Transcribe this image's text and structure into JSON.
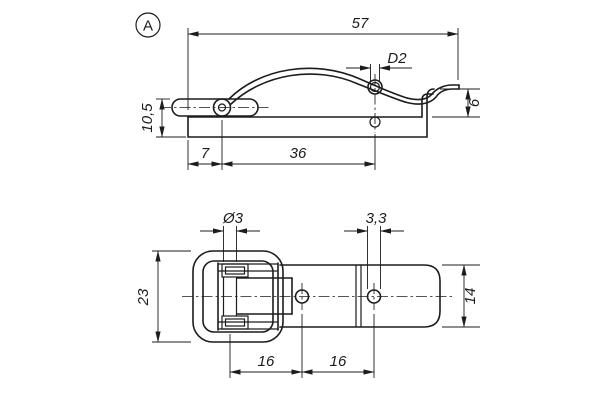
{
  "page": {
    "background_color": "#ffffff",
    "ink_color": "#1c1c1c",
    "description": "Technical dimension drawing of a spring draw latch, two orthographic views"
  },
  "view_label": "A",
  "top_view": {
    "dims": {
      "total_length": "57",
      "hook_hole": "D2",
      "height_left": "10,5",
      "offset_left": "7",
      "hole_spacing": "36",
      "hook_height": "6"
    }
  },
  "bottom_view": {
    "dims": {
      "pin_diameter": "Ø3",
      "hole_diameter": "3,3",
      "bail_width": "23",
      "strap_width": "14",
      "spacing_first": "16",
      "spacing_second": "16"
    }
  }
}
